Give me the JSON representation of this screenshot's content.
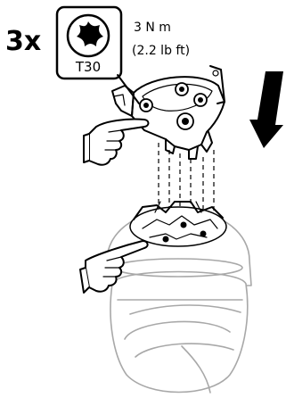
{
  "quantity": "3x",
  "tool": {
    "bit": "T30",
    "icon": "torx-icon"
  },
  "torque": {
    "metric": "3 N m",
    "imperial": "(2.2 lb ft)"
  },
  "direction_icon": "arrow-down-icon",
  "colors": {
    "ink": "#000000",
    "camera_outline": "#a8a8a8"
  }
}
